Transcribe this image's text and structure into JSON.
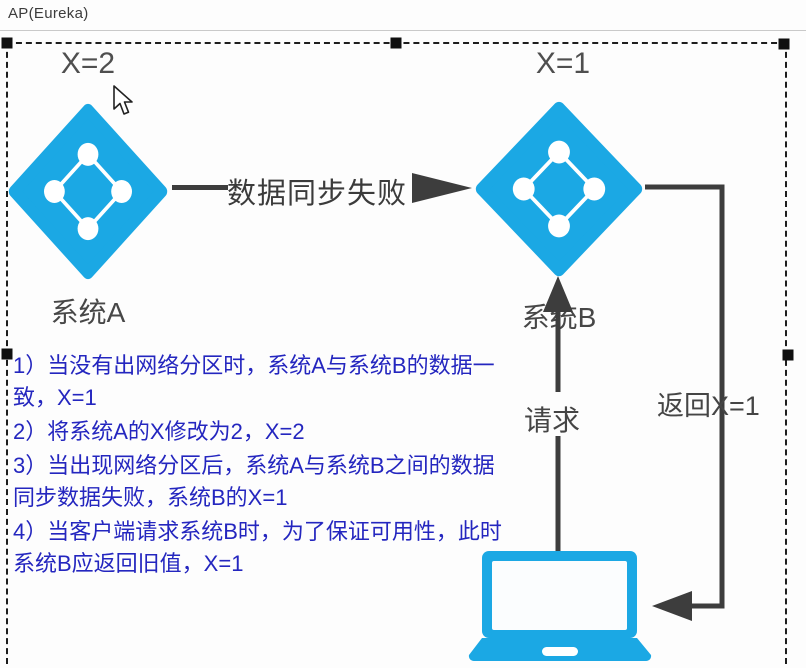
{
  "header": {
    "title": "AP(Eureka)"
  },
  "diagram": {
    "system_a": {
      "value": "X=2",
      "label": "系统A",
      "icon": "cluster-network-icon"
    },
    "system_b": {
      "value": "X=1",
      "label": "系统B",
      "icon": "cluster-network-icon"
    },
    "sync_arrow": {
      "label": "数据同步失败",
      "direction": "left-to-right"
    },
    "request_arrow": {
      "label": "请求",
      "direction": "client-to-system-b"
    },
    "return_arrow": {
      "label": "返回X=1",
      "direction": "system-b-to-client"
    },
    "client": {
      "icon": "laptop-icon"
    }
  },
  "notes": {
    "items": [
      "1）当没有出网络分区时，系统A与系统B的数据一致，X=1",
      "2）将系统A的X修改为2，X=2",
      "3）当出现网络分区后，系统A与系统B之间的数据同步数据失败，系统B的X=1",
      "4）当客户端请求系统B时，为了保证可用性，此时系统B应返回旧值，X=1"
    ]
  },
  "colors": {
    "node_blue": "#1BA8E4",
    "arrow_dark": "#3D3D3D",
    "note_blue": "#2426BF",
    "label_gray": "#4A4A4A",
    "selection_black": "#101010"
  }
}
